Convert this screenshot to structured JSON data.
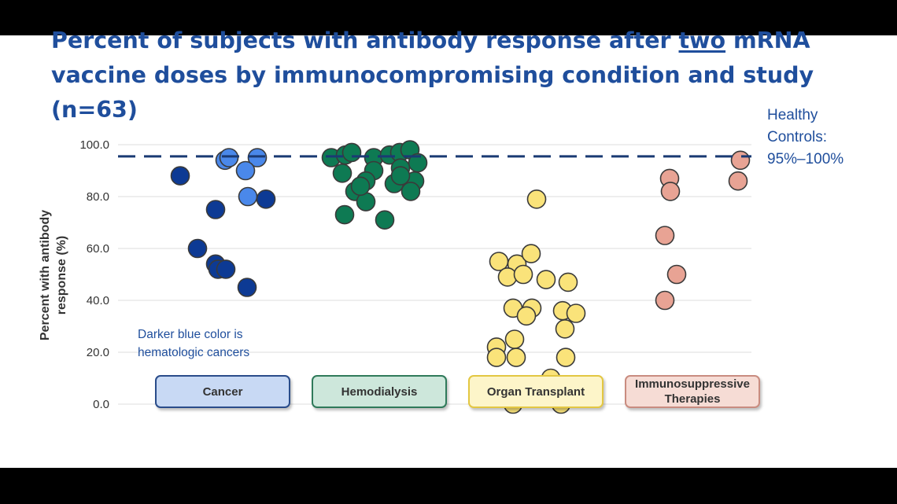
{
  "title_part1": "Percent of subjects with antibody response after ",
  "title_underlined": "two",
  "title_part2": " mRNA vaccine doses by immunocompromising condition and study (n=63)",
  "note_line1": "Darker blue color is",
  "note_line2": "hematologic cancers",
  "healthy_line1": "Healthy",
  "healthy_line2": "Controls:",
  "healthy_line3": "95%–100%",
  "colors": {
    "title": "#1f4e9c",
    "hematologic_cancer": "#0d3a94",
    "cancer": "#4a88ea",
    "hemodialysis": "#0e7a53",
    "organ_transplant": "#fae37a",
    "immunosuppressive": "#e8a394",
    "dashed_line": "#1a3a73"
  },
  "chart_data": {
    "type": "scatter",
    "ylabel_line1": "Percent with antibody",
    "ylabel_line2": "response  (%)",
    "ylim": [
      0,
      100
    ],
    "yticks": [
      "0.0",
      "20.0",
      "40.0",
      "60.0",
      "80.0",
      "100.0"
    ],
    "grid": true,
    "reference_line": {
      "y": 95.5,
      "style": "dashed"
    },
    "categories": [
      "Cancer",
      "Hemodialysis",
      "Organ Transplant",
      "Immunosuppressive Therapies"
    ],
    "category_labels": [
      {
        "lines": [
          "Cancer"
        ]
      },
      {
        "lines": [
          "Hemodialysis"
        ]
      },
      {
        "lines": [
          "Organ Transplant"
        ]
      },
      {
        "lines": [
          "Immunosuppressive",
          "Therapies"
        ]
      }
    ],
    "series": [
      {
        "category": "Cancer",
        "group": "hematologic",
        "points": [
          {
            "j": -0.54,
            "y": 88
          },
          {
            "j": -0.09,
            "y": 75
          },
          {
            "j": -0.32,
            "y": 60
          },
          {
            "j": -0.09,
            "y": 54
          },
          {
            "j": -0.06,
            "y": 52
          },
          {
            "j": 0.04,
            "y": 52
          },
          {
            "j": 0.31,
            "y": 45
          },
          {
            "j": 0.55,
            "y": 79
          }
        ]
      },
      {
        "category": "Cancer",
        "group": "other",
        "points": [
          {
            "j": 0.03,
            "y": 94
          },
          {
            "j": 0.08,
            "y": 95
          },
          {
            "j": 0.44,
            "y": 95
          },
          {
            "j": 0.29,
            "y": 90
          },
          {
            "j": 0.32,
            "y": 80
          }
        ]
      },
      {
        "category": "Hemodialysis",
        "group": "all",
        "points": [
          {
            "j": -0.61,
            "y": 95
          },
          {
            "j": -0.43,
            "y": 96
          },
          {
            "j": -0.35,
            "y": 97
          },
          {
            "j": -0.07,
            "y": 95
          },
          {
            "j": 0.13,
            "y": 96
          },
          {
            "j": 0.26,
            "y": 97
          },
          {
            "j": 0.39,
            "y": 98
          },
          {
            "j": 0.49,
            "y": 93
          },
          {
            "j": 0.27,
            "y": 91
          },
          {
            "j": -0.47,
            "y": 89
          },
          {
            "j": -0.07,
            "y": 90
          },
          {
            "j": -0.17,
            "y": 86
          },
          {
            "j": 0.19,
            "y": 85
          },
          {
            "j": 0.45,
            "y": 86
          },
          {
            "j": -0.31,
            "y": 82
          },
          {
            "j": 0.4,
            "y": 82
          },
          {
            "j": -0.17,
            "y": 78
          },
          {
            "j": -0.44,
            "y": 73
          },
          {
            "j": 0.07,
            "y": 71
          },
          {
            "j": -0.24,
            "y": 84
          },
          {
            "j": 0.27,
            "y": 88
          }
        ]
      },
      {
        "category": "Organ Transplant",
        "group": "all",
        "points": [
          {
            "j": 0.01,
            "y": 79
          },
          {
            "j": -0.47,
            "y": 55
          },
          {
            "j": -0.24,
            "y": 54
          },
          {
            "j": -0.06,
            "y": 58
          },
          {
            "j": -0.36,
            "y": 49
          },
          {
            "j": -0.16,
            "y": 50
          },
          {
            "j": 0.13,
            "y": 48
          },
          {
            "j": 0.41,
            "y": 47
          },
          {
            "j": -0.29,
            "y": 37
          },
          {
            "j": -0.05,
            "y": 37
          },
          {
            "j": -0.12,
            "y": 34
          },
          {
            "j": 0.34,
            "y": 36
          },
          {
            "j": 0.51,
            "y": 35
          },
          {
            "j": 0.37,
            "y": 29
          },
          {
            "j": -0.5,
            "y": 22
          },
          {
            "j": -0.27,
            "y": 25
          },
          {
            "j": -0.5,
            "y": 18
          },
          {
            "j": -0.25,
            "y": 18
          },
          {
            "j": 0.38,
            "y": 18
          },
          {
            "j": 0.19,
            "y": 10
          },
          {
            "j": 0.13,
            "y": 6
          },
          {
            "j": 0.06,
            "y": 3
          },
          {
            "j": -0.29,
            "y": 0
          },
          {
            "j": 0.32,
            "y": 0
          }
        ]
      },
      {
        "category": "Immunosuppressive Therapies",
        "group": "all",
        "points": [
          {
            "j": 0.61,
            "y": 94
          },
          {
            "j": -0.29,
            "y": 87
          },
          {
            "j": -0.28,
            "y": 82
          },
          {
            "j": 0.58,
            "y": 86
          },
          {
            "j": -0.35,
            "y": 65
          },
          {
            "j": -0.2,
            "y": 50
          },
          {
            "j": -0.35,
            "y": 40
          }
        ]
      }
    ]
  }
}
